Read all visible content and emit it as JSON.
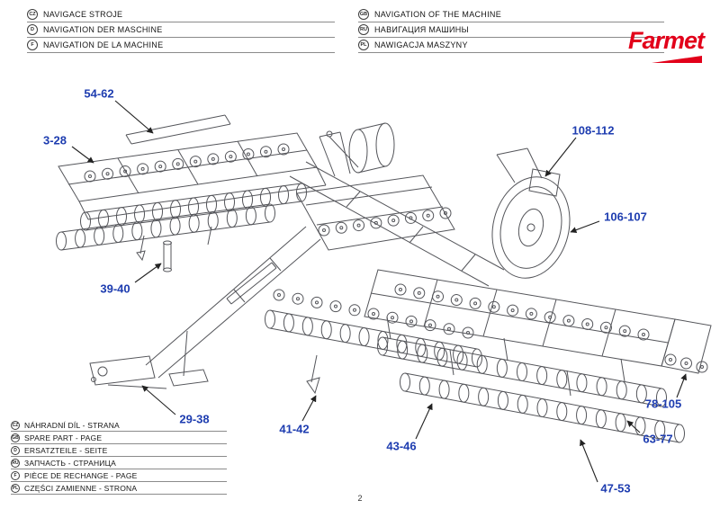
{
  "page": {
    "number": "2"
  },
  "logo": {
    "text": "Farmet",
    "brand_color": "#e2001a"
  },
  "header": {
    "left": [
      {
        "code": "CZ",
        "label": "NAVIGACE STROJE"
      },
      {
        "code": "D",
        "label": "NAVIGATION DER MASCHINE"
      },
      {
        "code": "F",
        "label": "NAVIGATION DE LA MACHINE"
      }
    ],
    "right": [
      {
        "code": "GB",
        "label": "NAVIGATION OF THE MACHINE"
      },
      {
        "code": "RU",
        "label": "НАВИГАЦИЯ МАШИНЫ"
      },
      {
        "code": "PL",
        "label": "NAWIGACJA MASZYNY"
      }
    ]
  },
  "footer": {
    "rows": [
      {
        "code": "CZ",
        "label": "NÁHRADNÍ DÍL - STRANA"
      },
      {
        "code": "GB",
        "label": "SPARE PART - PAGE"
      },
      {
        "code": "D",
        "label": "ERSATZTEILE - SEITE"
      },
      {
        "code": "RU",
        "label": "ЗАПЧАСТЬ - СТРАНИЦА"
      },
      {
        "code": "F",
        "label": "PIÈCE DE RECHANGE - PAGE"
      },
      {
        "code": "PL",
        "label": "CZĘŚCI ZAMIENNE - STRONA"
      }
    ]
  },
  "diagram": {
    "label_color": "#1e3db0",
    "labels": [
      {
        "text": "54-62"
      },
      {
        "text": "3-28"
      },
      {
        "text": "108-112"
      },
      {
        "text": "106-107"
      },
      {
        "text": "39-40"
      },
      {
        "text": "29-38"
      },
      {
        "text": "41-42"
      },
      {
        "text": "43-46"
      },
      {
        "text": "47-53"
      },
      {
        "text": "63-77"
      },
      {
        "text": "78-105"
      }
    ]
  }
}
